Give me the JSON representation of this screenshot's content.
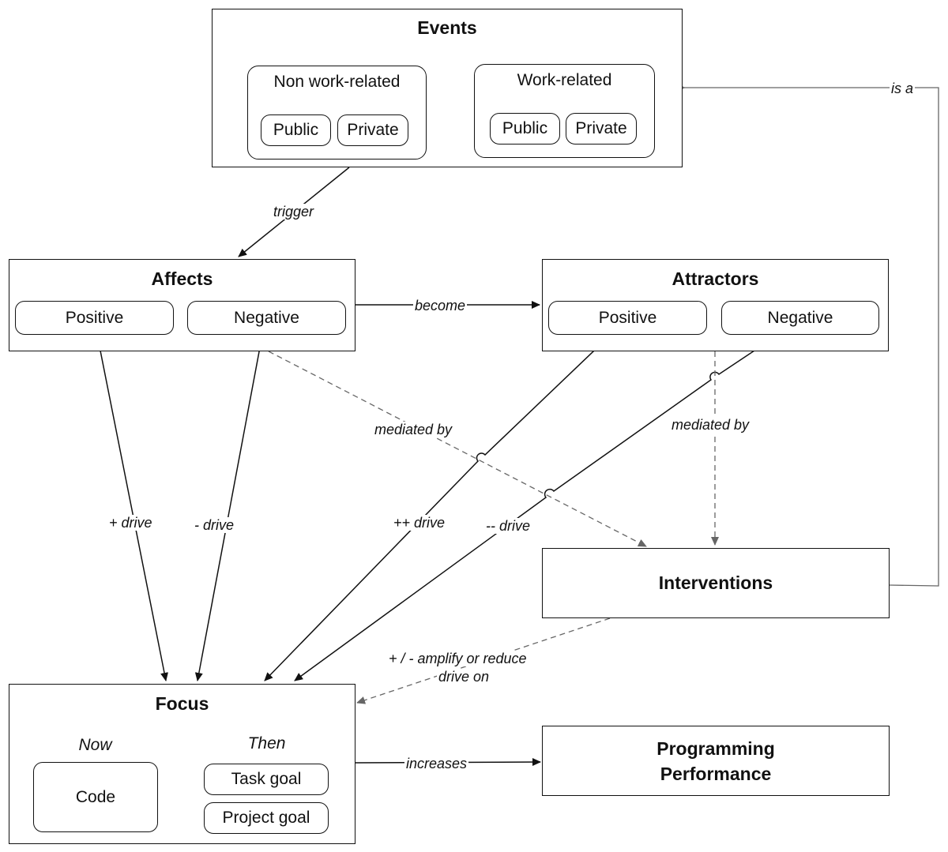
{
  "events": {
    "title": "Events",
    "non_work": {
      "title": "Non work-related",
      "public": "Public",
      "private": "Private"
    },
    "work": {
      "title": "Work-related",
      "public": "Public",
      "private": "Private"
    }
  },
  "affects": {
    "title": "Affects",
    "positive": "Positive",
    "negative": "Negative"
  },
  "attractors": {
    "title": "Attractors",
    "positive": "Positive",
    "negative": "Negative"
  },
  "interventions": {
    "title": "Interventions"
  },
  "focus": {
    "title": "Focus",
    "now": "Now",
    "then": "Then",
    "code": "Code",
    "task_goal": "Task goal",
    "project_goal": "Project goal"
  },
  "performance": {
    "title_line1": "Programming",
    "title_line2": "Performance"
  },
  "edges": {
    "trigger": "trigger",
    "become": "become",
    "is_a": "is a",
    "mediated_by_affects": "mediated by",
    "mediated_by_attractors": "mediated by",
    "plus_drive": "+ drive",
    "minus_drive": "- drive",
    "plusplus_drive": "++ drive",
    "minusminus_drive": "-- drive",
    "amplify_line1": "+ / - amplify or reduce",
    "amplify_line2": "drive on",
    "increases": "increases"
  },
  "colors": {
    "solid_line": "#111111",
    "dashed_line": "#666666",
    "background": "#ffffff"
  }
}
